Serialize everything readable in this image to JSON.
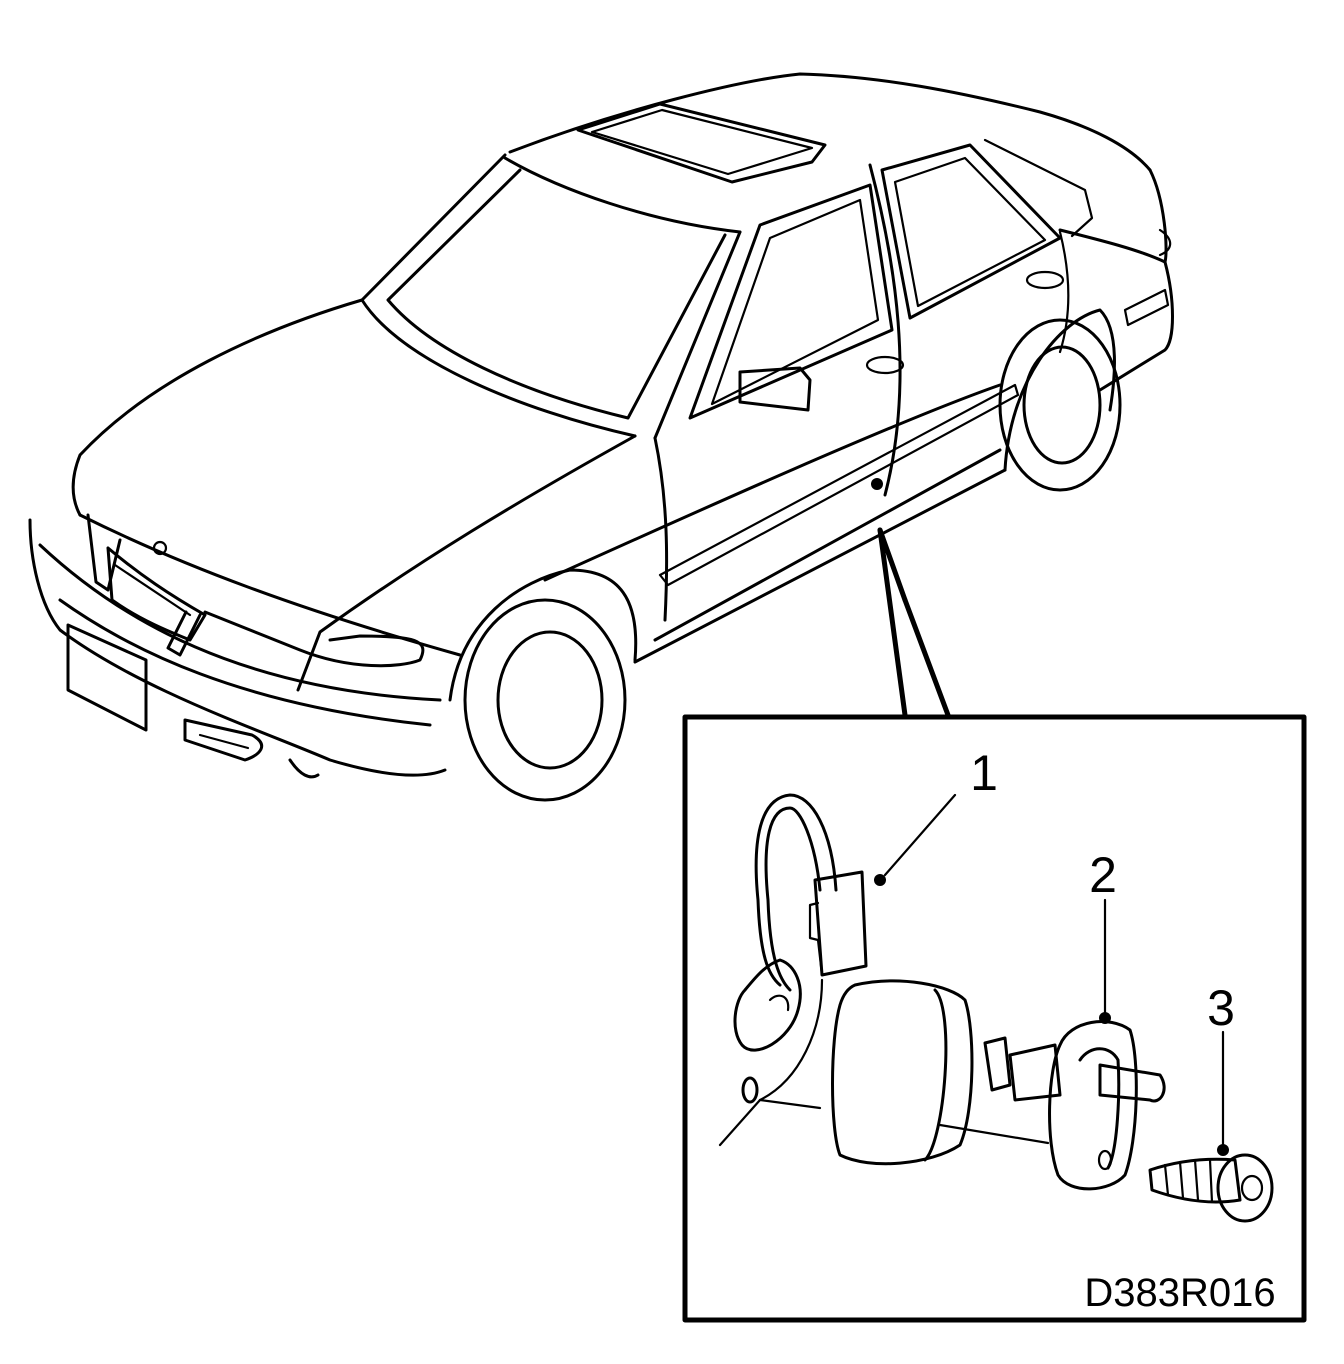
{
  "callouts": [
    {
      "id": "1",
      "label": "1"
    },
    {
      "id": "2",
      "label": "2"
    },
    {
      "id": "3",
      "label": "3"
    }
  ],
  "drawing_code": "D383R016",
  "colors": {
    "line": "#000000",
    "background": "#ffffff"
  }
}
